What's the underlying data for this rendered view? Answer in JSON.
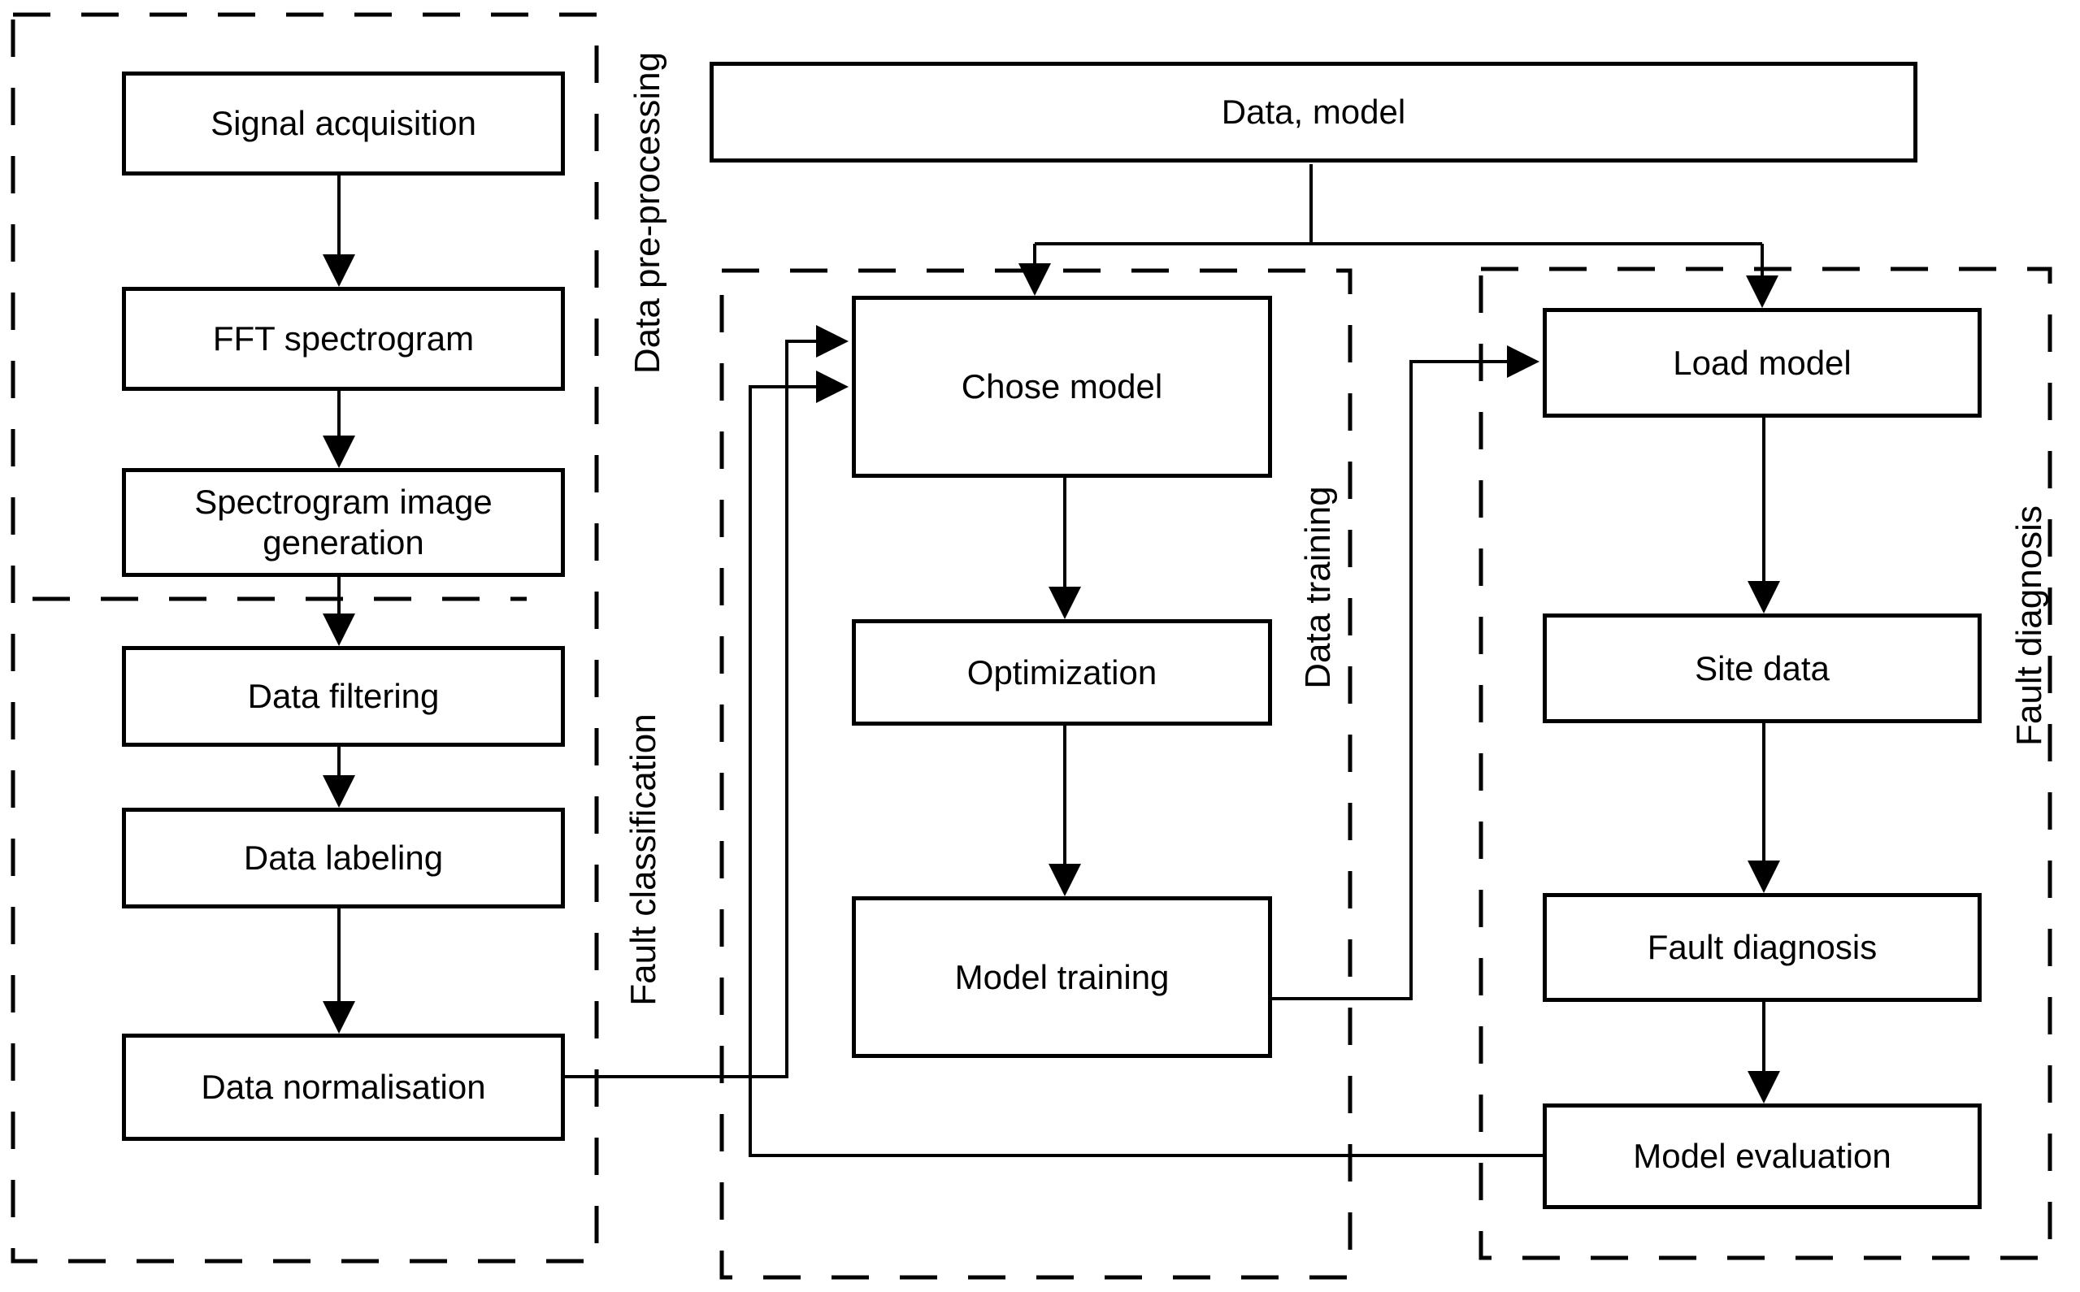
{
  "diagram": {
    "background": "#ffffff",
    "line_color": "#000000",
    "text_color": "#000000"
  },
  "containers": {
    "data_preprocessing": {
      "label": "Data pre-processing"
    },
    "fault_classification": {
      "label": "Fault classification"
    },
    "data_training": {
      "label": "Data training"
    },
    "fault_diagnosis": {
      "label": "Fault diagnosis"
    }
  },
  "boxes": {
    "data_model": {
      "label": "Data, model"
    },
    "signal_acquisition": {
      "label": "Signal acquisition"
    },
    "fft_spectrogram": {
      "label": "FFT spectrogram"
    },
    "spectrogram_image_generation": {
      "label": "Spectrogram image generation"
    },
    "data_filtering": {
      "label": "Data filtering"
    },
    "data_labeling": {
      "label": "Data labeling"
    },
    "data_normalisation": {
      "label": "Data normalisation"
    },
    "chose_model": {
      "label": "Chose model"
    },
    "optimization": {
      "label": "Optimization"
    },
    "model_training": {
      "label": "Model training"
    },
    "load_model": {
      "label": "Load model"
    },
    "site_data": {
      "label": "Site data"
    },
    "fault_diagnosis": {
      "label": "Fault diagnosis"
    },
    "model_evaluation": {
      "label": "Model evaluation"
    }
  }
}
